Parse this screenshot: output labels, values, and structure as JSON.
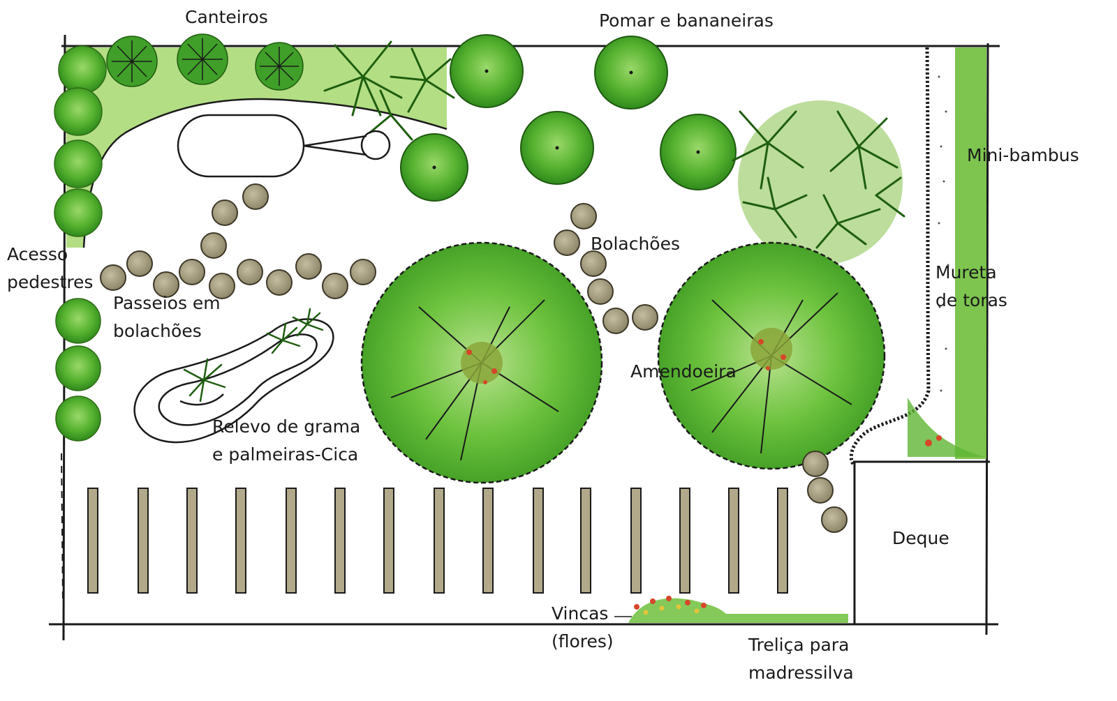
{
  "labels": {
    "canteiros": "Canteiros",
    "pomar": "Pomar e bananeiras",
    "mini_bambus": "Mini-bambus",
    "acesso_1": "Acesso",
    "acesso_2": "pedestres",
    "passeios_1": "Passeios em",
    "passeios_2": "bolachões",
    "bolachoes": "Bolachões",
    "mureta_1": "Mureta",
    "mureta_2": "de toras",
    "amendoeira": "Amendoeira",
    "relevo_1": "Relevo de grama",
    "relevo_2": "e palmeiras-Cica",
    "deque": "Deque",
    "vincas_1": "Vincas",
    "vincas_2": "(flores)",
    "trelica_1": "Treliça para",
    "trelica_2": "madressilva"
  },
  "colors": {
    "outline": "#1a1a1a",
    "lawn_light": "#c9e8a6",
    "grass": "#7fc94a",
    "shrub": "#56b22f",
    "shrub_dark": "#2f8a1c",
    "stone": "#a39a7c",
    "stone_edge": "#3d3828",
    "flower_red": "#d6472a",
    "flower_yellow": "#e2c53a",
    "sleeper": "#b1a98a"
  }
}
